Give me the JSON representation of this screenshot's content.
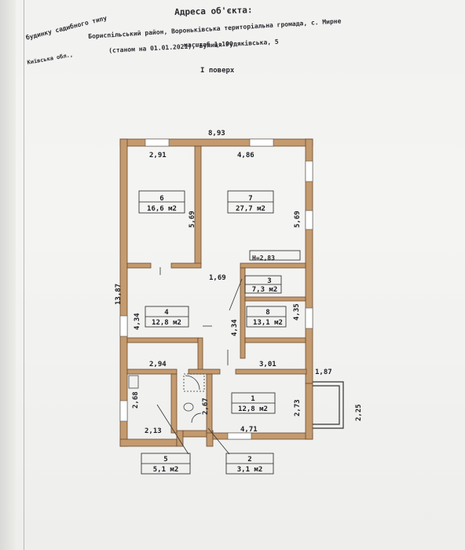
{
  "header": {
    "top_left": "будинку садибного типу",
    "title": "Адреса об'єкта:",
    "address_left": "Київська обл.,",
    "address_line1": "Бориспільський район, Вороньківська територіальна громада, с. Мирне",
    "address_line2": "(станом на 01.01.2021), вулиця Рудяківська, 5",
    "scale": "масштаб 1:100",
    "floor": "I поверх"
  },
  "plan": {
    "overall_width": "8,93",
    "overall_height": "13,87",
    "height_label": "H=2,83",
    "rooms": [
      {
        "number": "6",
        "area": "16,6 м2"
      },
      {
        "number": "7",
        "area": "27,7 м2"
      },
      {
        "number": "3",
        "area": "7,3 м2"
      },
      {
        "number": "4",
        "area": "12,8 м2"
      },
      {
        "number": "8",
        "area": "13,1 м2"
      },
      {
        "number": "1",
        "area": "12,8 м2"
      },
      {
        "number": "5",
        "area": "5,1 м2"
      },
      {
        "number": "2",
        "area": "3,1 м2"
      }
    ],
    "dimensions": {
      "d_291": "2,91",
      "d_486": "4,86",
      "d_569a": "5,69",
      "d_569b": "5,69",
      "d_169": "1,69",
      "d_434a": "4,34",
      "d_434b": "4,34",
      "d_435": "4,35",
      "d_294": "2,94",
      "d_301": "3,01",
      "d_187": "1,87",
      "d_268": "2,68",
      "d_267": "2,67",
      "d_273": "2,73",
      "d_225": "2,25",
      "d_213": "2,13",
      "d_471": "4,71"
    }
  }
}
